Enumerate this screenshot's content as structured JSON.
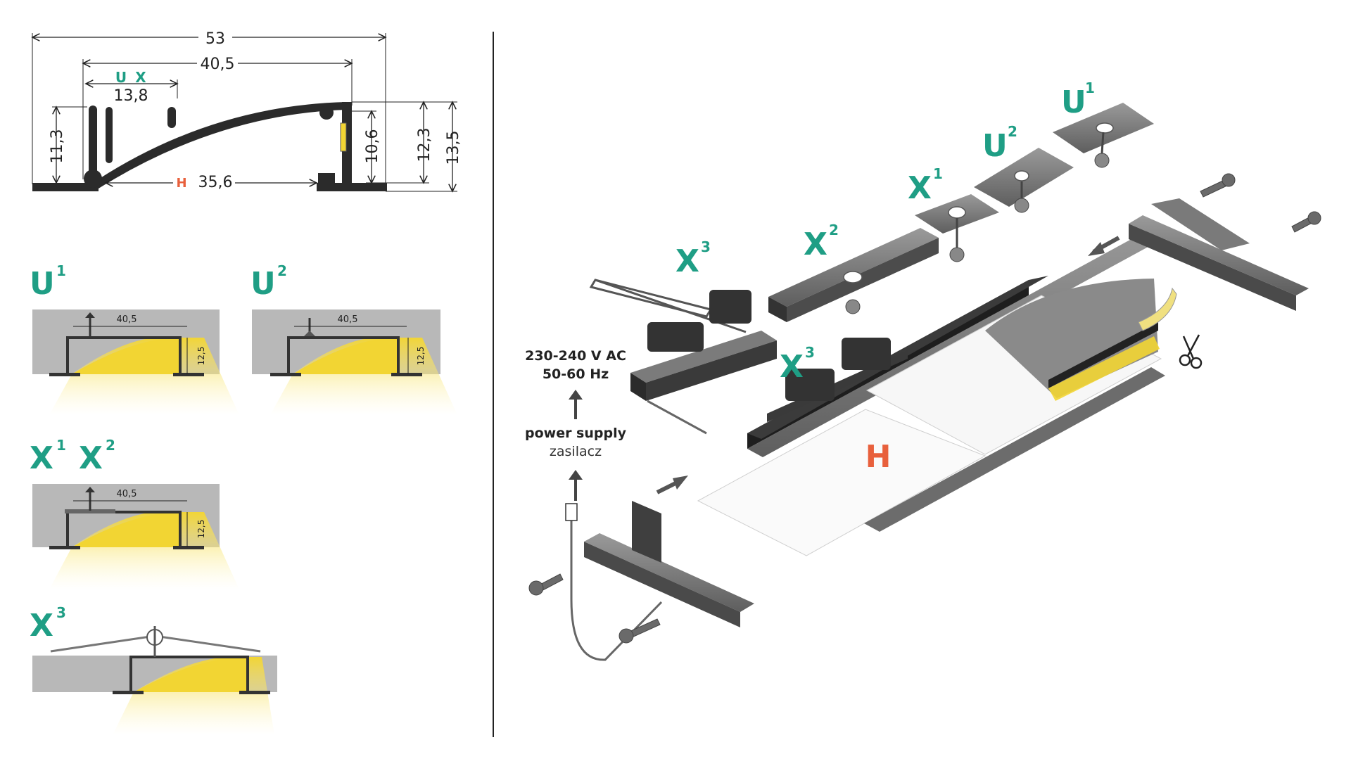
{
  "colors": {
    "variant_label": "#1f9e85",
    "profile_h_label": "#e8603c",
    "profile": "#3a3a3a",
    "ceiling": "#b8b8b8",
    "light": "#f2d533",
    "divider": "#222222",
    "metal_part": "#7b7b7b"
  },
  "cross_section": {
    "width_total": "53",
    "width_inner": "40,5",
    "mount_label_u": "U",
    "mount_label_x": "X",
    "mount_width": "13,8",
    "left_height": "11,3",
    "base_label": "H",
    "base_width": "35,6",
    "right_height_a": "10,6",
    "right_height_b": "12,3",
    "right_height_c": "13,5"
  },
  "variants": [
    {
      "letter": "U",
      "sup": "1",
      "width": "40,5",
      "depth": "12,5"
    },
    {
      "letter": "U",
      "sup": "2",
      "width": "40,5",
      "depth": "12,5"
    },
    {
      "letter": "X",
      "sup": "1",
      "letter2": "X",
      "sup2": "2",
      "width": "40,5",
      "depth": "12,5"
    },
    {
      "letter": "X",
      "sup": "3"
    }
  ],
  "exploded": {
    "labels": [
      {
        "letter": "U",
        "sup": "1"
      },
      {
        "letter": "U",
        "sup": "2"
      },
      {
        "letter": "X",
        "sup": "1"
      },
      {
        "letter": "X",
        "sup": "2"
      },
      {
        "letter": "X",
        "sup": "3"
      },
      {
        "letter": "X",
        "sup": "3"
      }
    ],
    "profile_label": "H",
    "voltage": "230-240 V AC",
    "frequency": "50-60 Hz",
    "power_supply_en": "power supply",
    "power_supply_pl": "zasilacz"
  },
  "icons": [
    "scissors-icon",
    "arrow-up-icon",
    "arrow-left-icon",
    "arrow-right-icon",
    "screw-icon"
  ]
}
